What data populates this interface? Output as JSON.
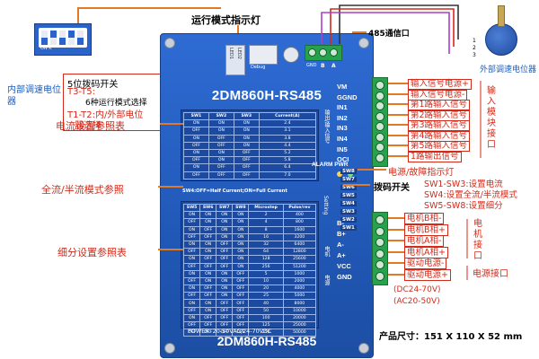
{
  "titles": {
    "run_mode_led": "运行模式指示灯",
    "comm_port": "485通信口",
    "ext_pot": "外部调速电位器",
    "int_pot": "内部调速电位器",
    "dip5_title": "5位拨码开关",
    "dip5_t3t5_a": "T3-T5:",
    "dip5_t3t5_b": "6种运行模式选择",
    "dip5_t1t2_a": "T1-T2:内/外部电位",
    "dip5_t1t2_b": "器选择",
    "current_ref": "电流设置参照表",
    "half_full_ref": "全流/半流模式参照",
    "microstep_ref": "细分设置参照表",
    "dip_switch": "拨码开关",
    "fault_led": "电源/故障指示灯",
    "motor_if_a": "电机",
    "motor_if_b": "接口",
    "input_if_a": "输入模",
    "input_if_b": "块接口",
    "power_if": "电源接口",
    "power_range_a": "(DC24-70V)",
    "power_range_b": "(AC20-50V)",
    "size": "产品尺寸：151 X 110 X 52 mm"
  },
  "sw_desc": [
    "SW1-SW3:设置电流",
    "SW4:设置全流/半流模式",
    "SW5-SW8:设置细分"
  ],
  "input_labels": [
    "输入信号电源+",
    "输入信号电源-",
    "第1路输入信号",
    "第2路输入信号",
    "第3路输入信号",
    "第4路输入信号",
    "第5路输入信号",
    "1路输出信号"
  ],
  "motor_labels": [
    "电机B相-",
    "电机B相+",
    "电机A相-",
    "电机A相+",
    "驱动电源-",
    "驱动电源+"
  ],
  "driver": {
    "model": "2DM860H-RS485",
    "leds": [
      "LED1",
      "LED2"
    ],
    "debug": "Debug",
    "comm_pins": [
      "GND",
      "B",
      "A"
    ],
    "signal_io_label": "输出/输入信号",
    "setting_label": "Setting",
    "motor_label": "电机",
    "power_label": "电源",
    "input_terms": [
      "VM",
      "GGND",
      "IN1",
      "IN2",
      "IN3",
      "IN4",
      "IN5",
      "OCI"
    ],
    "alarm_pwr": "ALARM PWR",
    "sw_labels": [
      "SW8",
      "SW7",
      "SW6",
      "SW5",
      "SW4",
      "SW3",
      "SW2",
      "SW1"
    ],
    "motor_terms": [
      "B-",
      "B+",
      "A-",
      "A+",
      "VCC",
      "GND"
    ],
    "half_full_text": "SW4:OFF=Half Current;ON=Full Current",
    "power_text": "POWER: 20-50VAC/24-70VDC",
    "dip_labels": [
      "1",
      "2",
      "3",
      "4",
      "5"
    ],
    "dip_on_label": "ON K"
  },
  "current_table": {
    "headers": [
      "SW1",
      "SW2",
      "SW3",
      "Current(A)"
    ],
    "rows": [
      [
        "ON",
        "ON",
        "ON",
        "2.4"
      ],
      [
        "OFF",
        "ON",
        "ON",
        "3.1"
      ],
      [
        "ON",
        "OFF",
        "ON",
        "3.8"
      ],
      [
        "OFF",
        "OFF",
        "ON",
        "4.4"
      ],
      [
        "ON",
        "ON",
        "OFF",
        "5.2"
      ],
      [
        "OFF",
        "ON",
        "OFF",
        "5.8"
      ],
      [
        "ON",
        "OFF",
        "OFF",
        "6.4"
      ],
      [
        "OFF",
        "OFF",
        "OFF",
        "7.0"
      ]
    ]
  },
  "micro_table": {
    "headers": [
      "SW5",
      "SW6",
      "SW7",
      "SW8",
      "Microstep",
      "Pulse/rev"
    ],
    "rows": [
      [
        "ON",
        "ON",
        "ON",
        "ON",
        "2",
        "400"
      ],
      [
        "OFF",
        "ON",
        "ON",
        "ON",
        "4",
        "800"
      ],
      [
        "ON",
        "OFF",
        "ON",
        "ON",
        "8",
        "1600"
      ],
      [
        "OFF",
        "OFF",
        "ON",
        "ON",
        "16",
        "3200"
      ],
      [
        "ON",
        "ON",
        "OFF",
        "ON",
        "32",
        "6400"
      ],
      [
        "OFF",
        "ON",
        "OFF",
        "ON",
        "64",
        "12800"
      ],
      [
        "ON",
        "OFF",
        "OFF",
        "ON",
        "128",
        "25600"
      ],
      [
        "OFF",
        "OFF",
        "OFF",
        "ON",
        "256",
        "51200"
      ],
      [
        "ON",
        "ON",
        "ON",
        "OFF",
        "5",
        "1000"
      ],
      [
        "OFF",
        "ON",
        "ON",
        "OFF",
        "10",
        "2000"
      ],
      [
        "ON",
        "OFF",
        "ON",
        "OFF",
        "20",
        "4000"
      ],
      [
        "OFF",
        "OFF",
        "ON",
        "OFF",
        "25",
        "5000"
      ],
      [
        "ON",
        "ON",
        "OFF",
        "OFF",
        "40",
        "8000"
      ],
      [
        "OFF",
        "ON",
        "OFF",
        "OFF",
        "50",
        "10000"
      ],
      [
        "ON",
        "OFF",
        "OFF",
        "OFF",
        "100",
        "20000"
      ],
      [
        "OFF",
        "OFF",
        "OFF",
        "OFF",
        "125",
        "25000"
      ],
      [
        "OFF",
        "OFF",
        "OFF",
        "OFF",
        "250",
        "50000"
      ]
    ]
  },
  "pot_pins": [
    "1",
    "2",
    "3"
  ],
  "colors": {
    "driver_blue": "#2159b8",
    "annotation_red": "#d42a1a",
    "arrow_orange": "#e07a25",
    "terminal_green": "#27a24c"
  }
}
